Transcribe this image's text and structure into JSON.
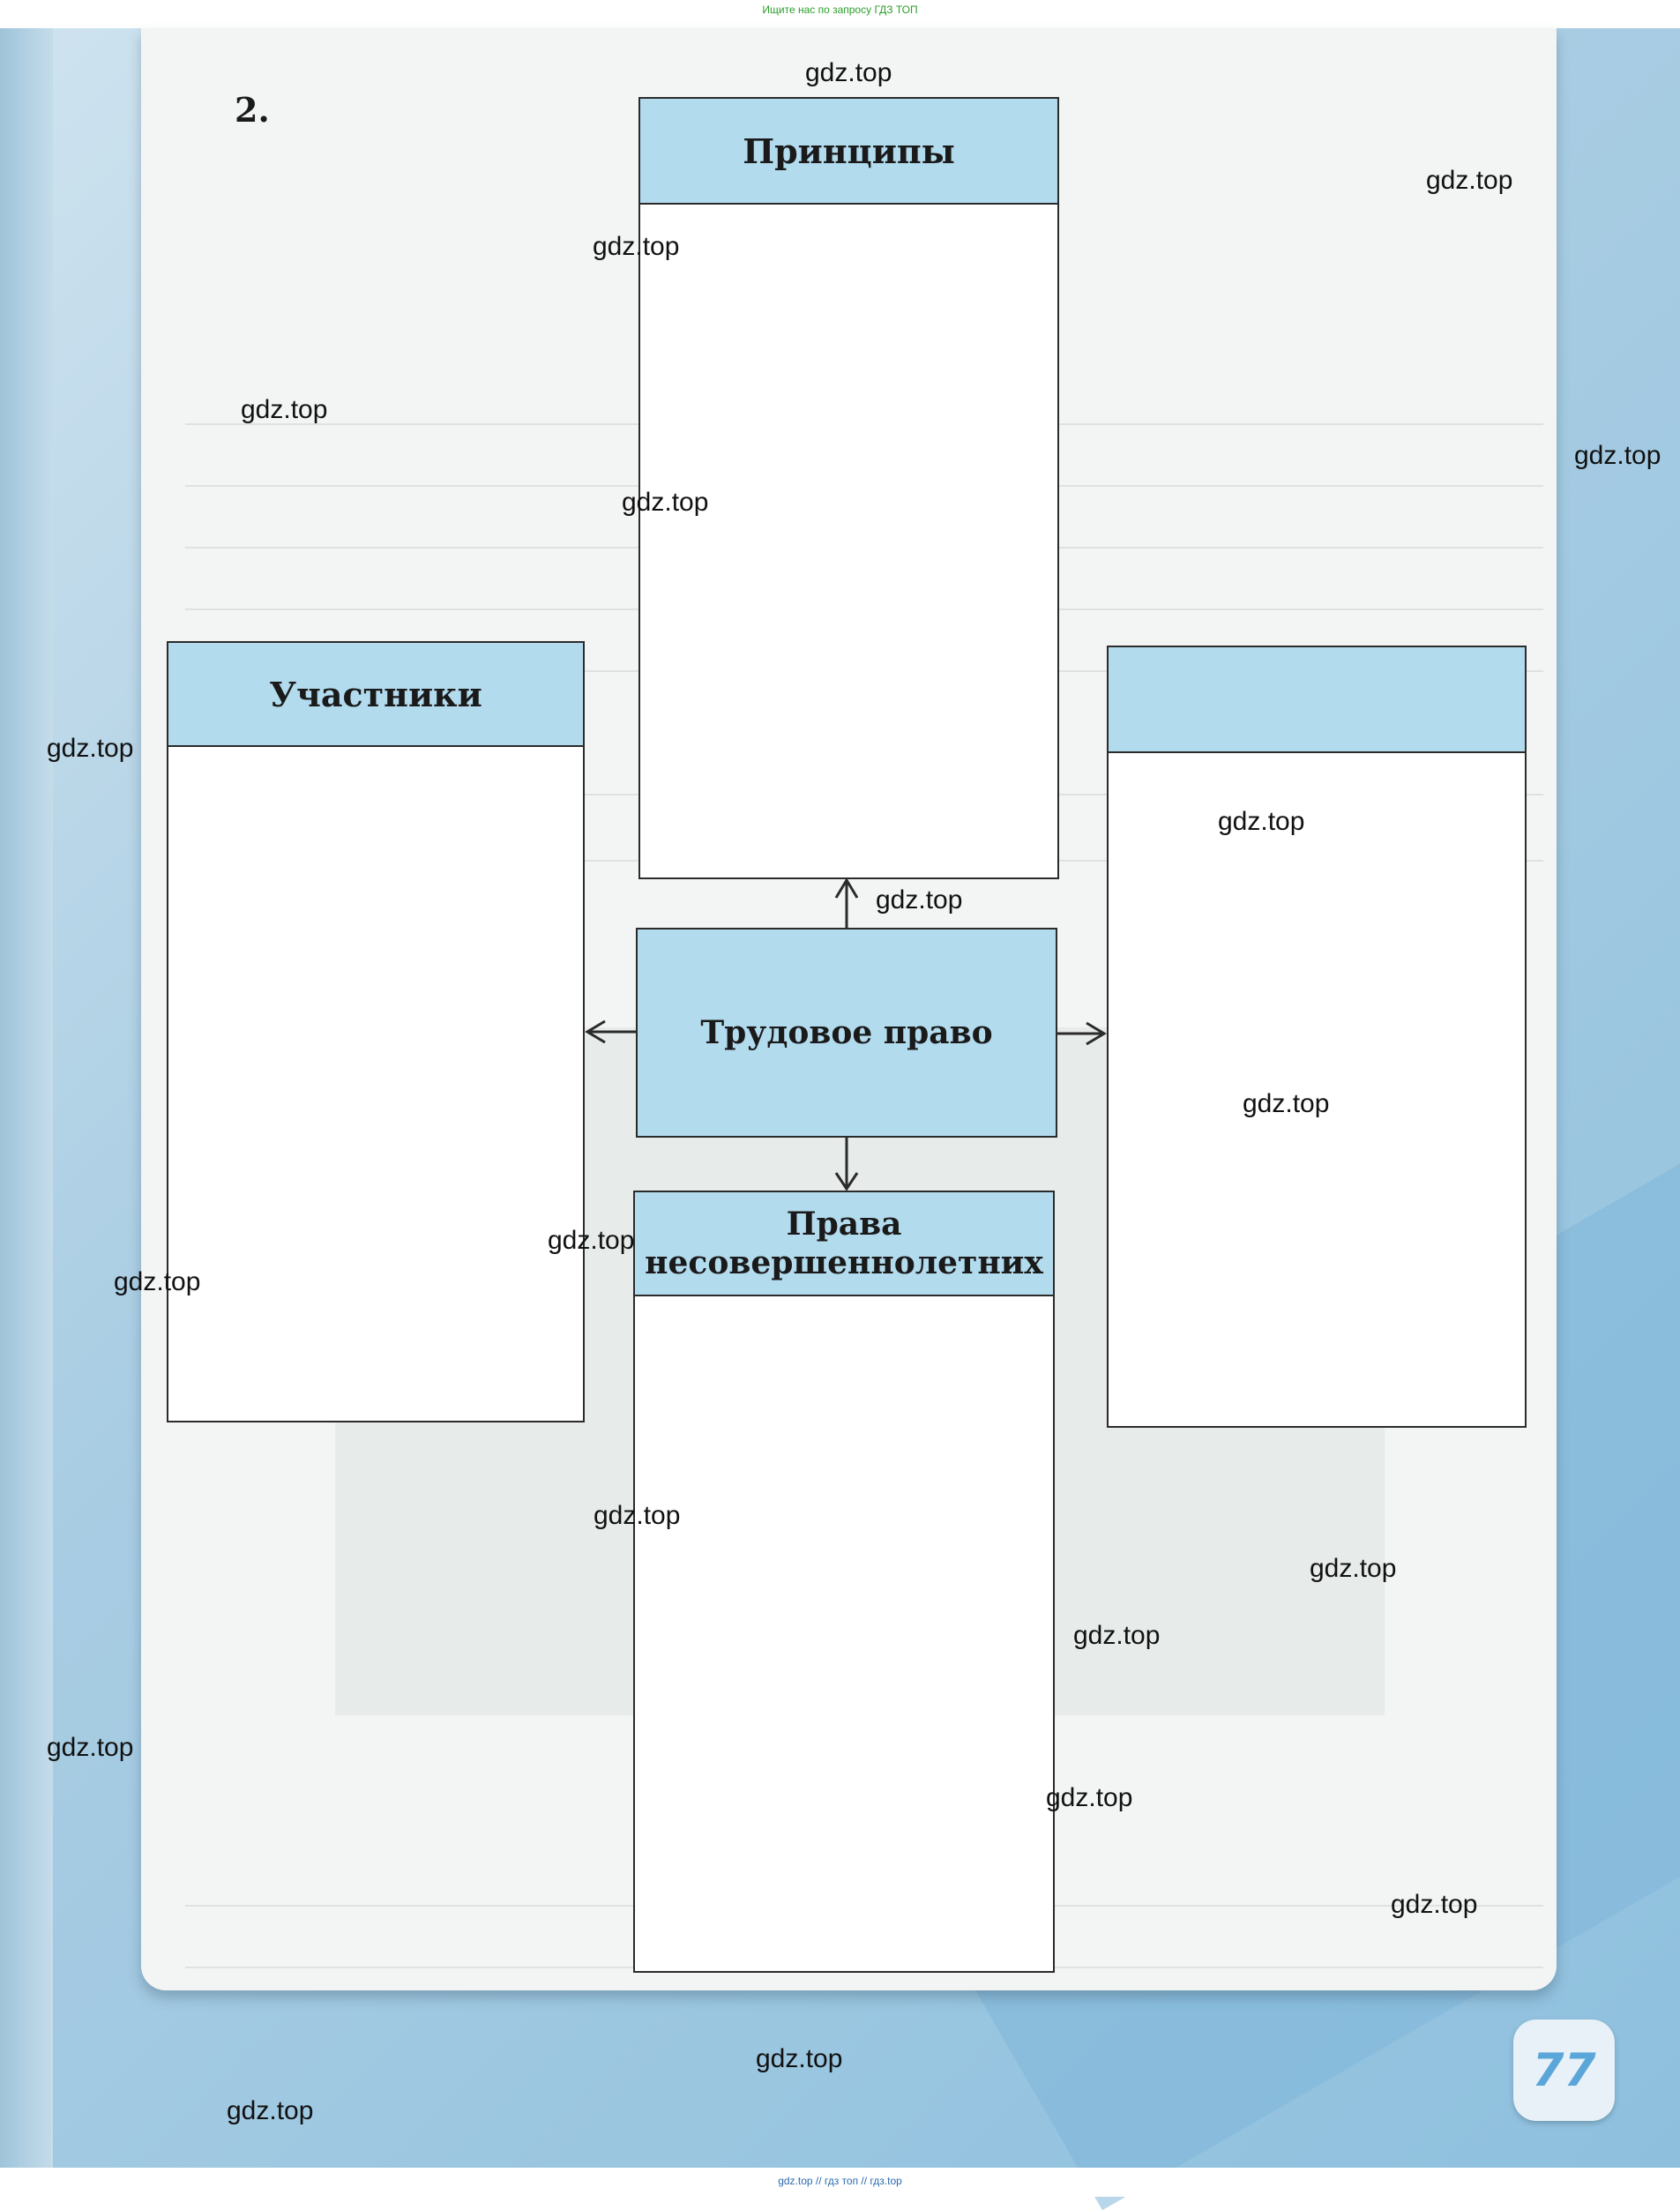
{
  "banner_top": "Ищите нас по запросу ГДЗ ТОП",
  "banner_bottom": "gdz.top // гдз топ // гдз.top",
  "exercise_number": "2.",
  "diagram": {
    "center": "Трудовое право",
    "boxes": {
      "top": "Принципы",
      "left": "Участники",
      "right": "",
      "bottom": "Права несовершеннолетних"
    }
  },
  "watermark": "gdz.top",
  "page_number": "77"
}
